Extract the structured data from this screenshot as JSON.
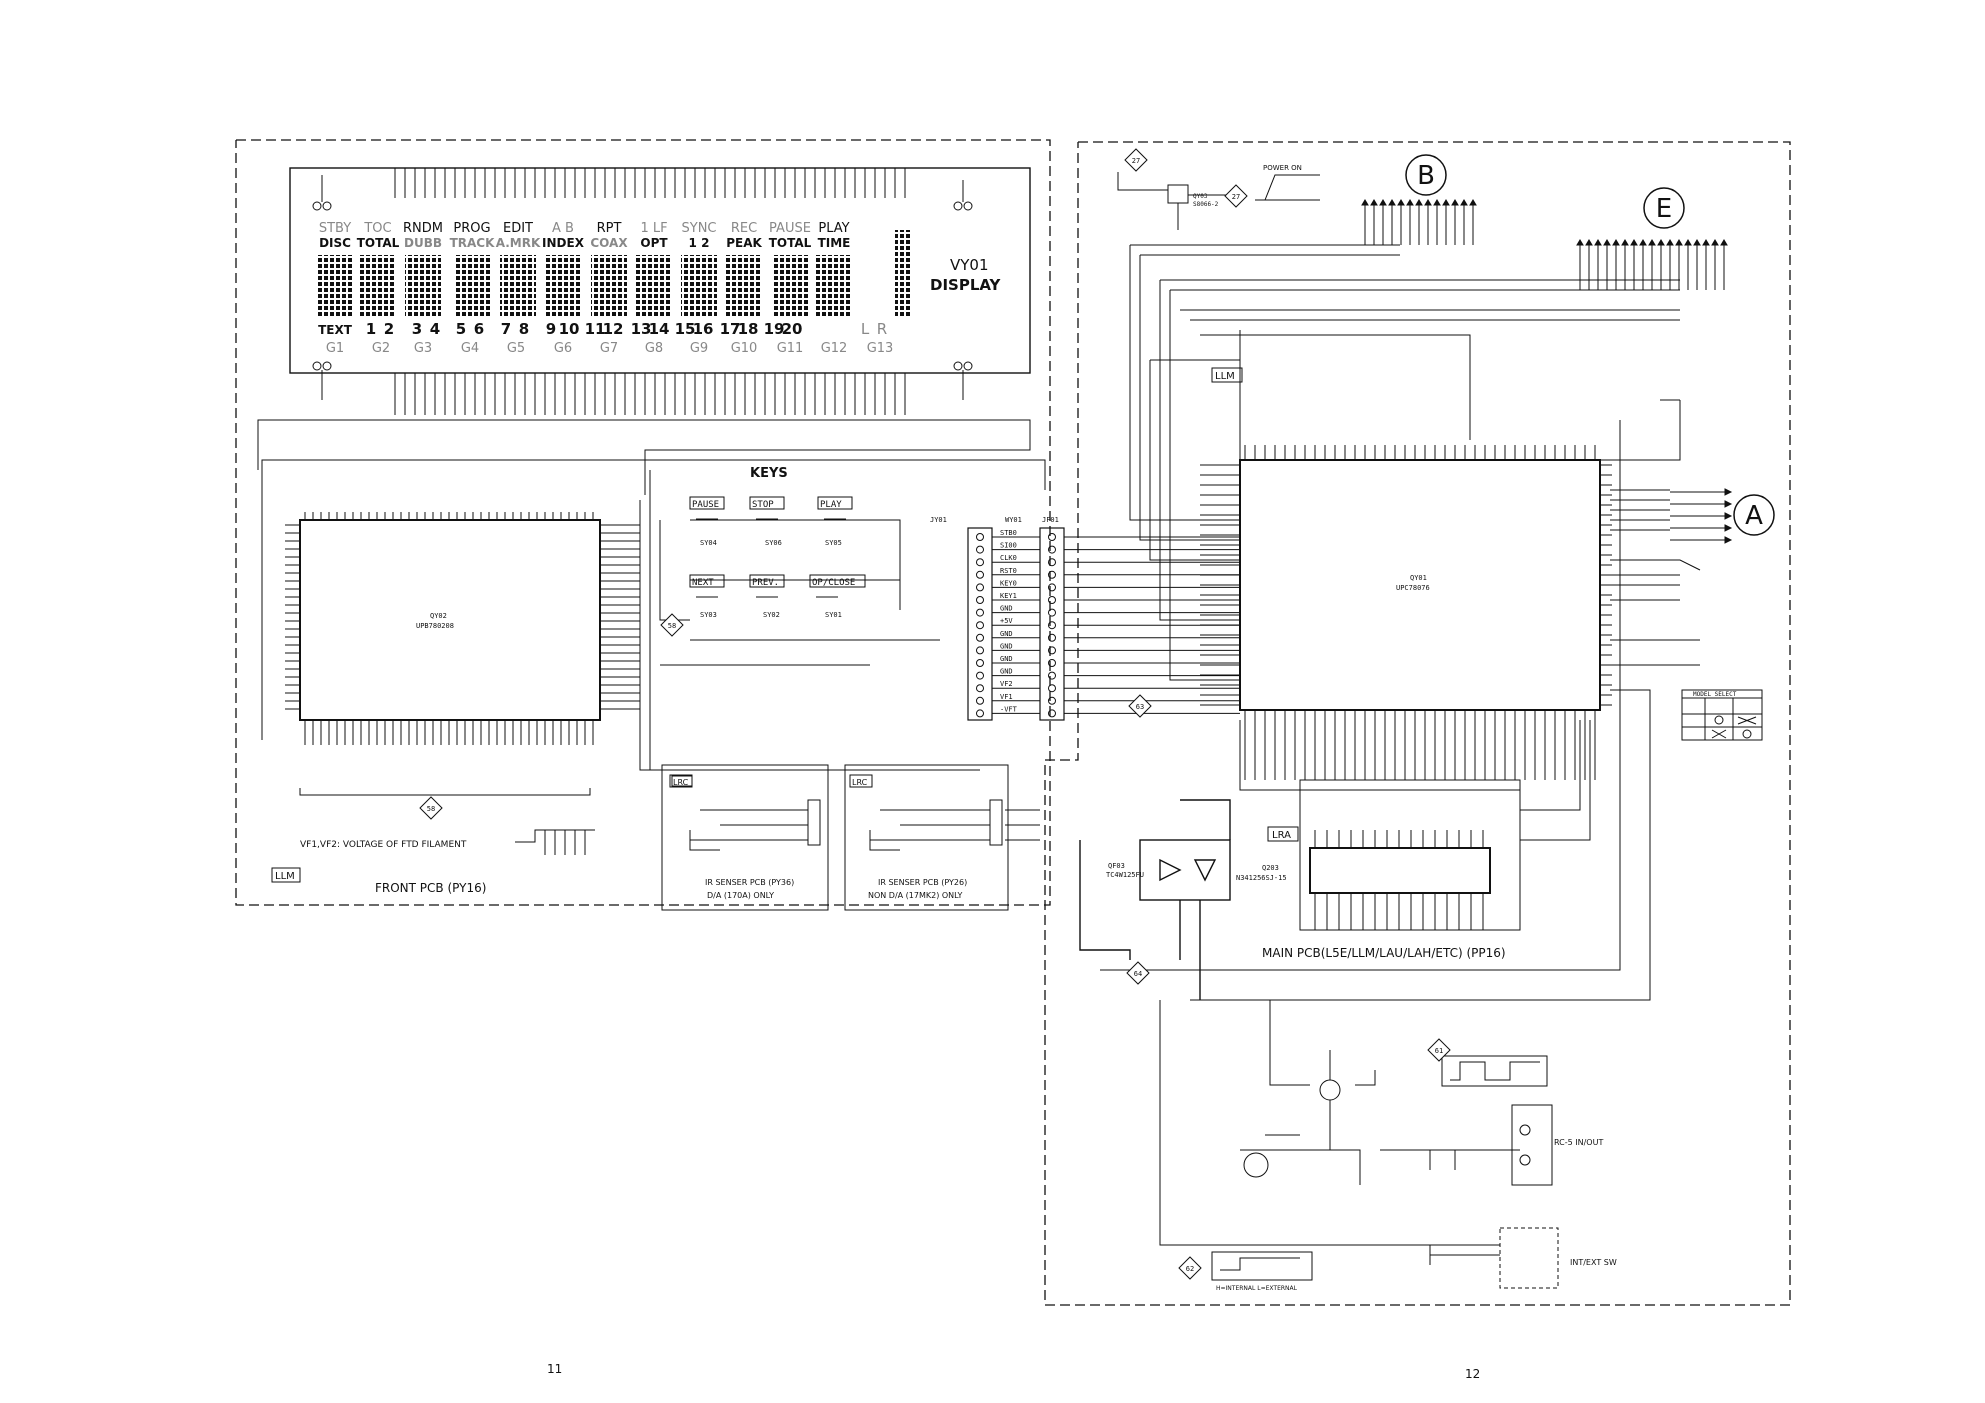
{
  "display": {
    "id": "VY01",
    "name": "DISPLAY",
    "top_labels": [
      "STBY",
      "DISC",
      "TOC",
      "TOTAL",
      "RNDM",
      "DUBB",
      "PROG",
      "TRACK",
      "EDIT",
      "A.MRK",
      "A B",
      "INDEX",
      "RPT",
      "COAX",
      "1 LF",
      "OPT",
      "SYNC",
      "1 2",
      "REC",
      "PEAK",
      "PAUSE",
      "TOTAL",
      "PLAY",
      "TIME"
    ],
    "digit_row": [
      "TEXT",
      "1",
      "2",
      "3",
      "4",
      "5",
      "6",
      "7",
      "8",
      "9",
      "10",
      "11",
      "12",
      "13",
      "14",
      "15",
      "16",
      "17",
      "18",
      "19",
      "20",
      "L",
      "R"
    ],
    "grids": [
      "G1",
      "G2",
      "G3",
      "G4",
      "G5",
      "G6",
      "G7",
      "G8",
      "G9",
      "G10",
      "G11",
      "G12",
      "G13"
    ]
  },
  "ics": {
    "front_ic_id": "QY02",
    "front_ic_part": "UPB780208",
    "main_ic_id": "QY01",
    "main_ic_part": "UPC78076",
    "mem_ic_id": "Q203",
    "mem_ic_part": "N341256SJ-15",
    "ir_ic_id": "QF03",
    "ir_ic_part": "TC4W125FU",
    "reset_ic_id": "QY03",
    "reset_ic_part": "S8066-2"
  },
  "keys": {
    "title": "KEYS",
    "buttons": [
      "PAUSE",
      "STOP",
      "PLAY",
      "NEXT",
      "PREV.",
      "OP/CLOSE"
    ],
    "switches": [
      "SY04",
      "SY06",
      "SY05",
      "SY03",
      "SY02",
      "SY01"
    ]
  },
  "connectors": {
    "jy01": "JY01",
    "wy01": "WY01",
    "jf01": "JF01",
    "signals": [
      "STB0",
      "SI00",
      "CLK0",
      "RST0",
      "KEY0",
      "KEY1",
      "GND",
      "+5V",
      "GND",
      "GND",
      "GND",
      "GND",
      "VF2",
      "VF1",
      "-VFT"
    ]
  },
  "pcb_labels": {
    "front": "FRONT PCB (PY16)",
    "main": "MAIN PCB(L5E/LLM/LAU/LAH/ETC) (PP16)",
    "ir1": "IR SENSER PCB (PY36)",
    "ir1_note": "D/A (170A) ONLY",
    "ir2": "IR SENSER PCB (PY26)",
    "ir2_note": "NON D/A (17MK2) ONLY",
    "llm": "LLM",
    "lrc": "LRC",
    "lra": "LRA",
    "filament_note": "VF1,VF2: VOLTAGE OF FTD FILAMENT",
    "power_on": "POWER ON",
    "rc5": "RC-5 IN/OUT",
    "int_ext": "INT/EXT SW",
    "int_ext_note": "H=INTERNAL L=EXTERNAL",
    "model_select": "MODEL SELECT"
  },
  "markers": {
    "b": "B",
    "e": "E",
    "a": "A",
    "diamonds": [
      "27",
      "58",
      "63",
      "64",
      "61",
      "62"
    ]
  },
  "page_numbers": {
    "left": "11",
    "right": "12"
  }
}
